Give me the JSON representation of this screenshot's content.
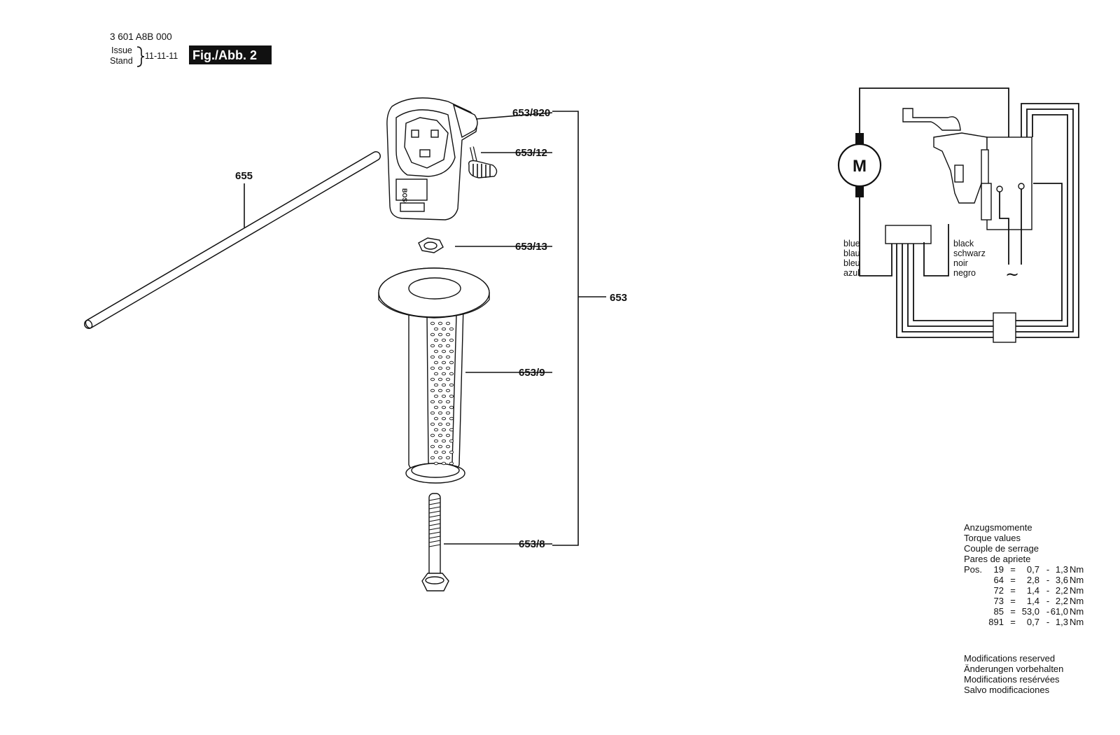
{
  "header": {
    "part_number": "3 601 A8B 000",
    "issue_label": "Issue",
    "stand_label": "Stand",
    "date": "11-11-11",
    "figure_label": "Fig./Abb. 2"
  },
  "callouts": {
    "p655": "655",
    "p653_820": "653/820",
    "p653_12": "653/12",
    "p653_13": "653/13",
    "p653": "653",
    "p653_9": "653/9",
    "p653_8": "653/8"
  },
  "handle_brand": "BOSCH",
  "wiring": {
    "motor_label": "M",
    "left_colors": [
      "blue",
      "blau",
      "bleu",
      "azul"
    ],
    "right_colors": [
      "black",
      "schwarz",
      "noir",
      "negro"
    ],
    "ac_symbol": "~"
  },
  "torque": {
    "headings": [
      "Anzugsmomente",
      "Torque values",
      "Couple de serrage",
      "Pares de apriete"
    ],
    "pos_label": "Pos.",
    "rows": [
      {
        "pos": "19",
        "eq": "=",
        "min": "0,7",
        "dash": "-",
        "max": "1,3",
        "unit": "Nm"
      },
      {
        "pos": "64",
        "eq": "=",
        "min": "2,8",
        "dash": "-",
        "max": "3,6",
        "unit": "Nm"
      },
      {
        "pos": "72",
        "eq": "=",
        "min": "1,4",
        "dash": "-",
        "max": "2,2",
        "unit": "Nm"
      },
      {
        "pos": "73",
        "eq": "=",
        "min": "1,4",
        "dash": "-",
        "max": "2,2",
        "unit": "Nm"
      },
      {
        "pos": "85",
        "eq": "=",
        "min": "53,0",
        "dash": "-",
        "max": "61,0",
        "unit": "Nm"
      },
      {
        "pos": "891",
        "eq": "=",
        "min": "0,7",
        "dash": "-",
        "max": "1,3",
        "unit": "Nm"
      }
    ]
  },
  "modifications": [
    "Modifications reserved",
    "Änderungen vorbehalten",
    "Modifications resérvées",
    "Salvo modificaciones"
  ]
}
